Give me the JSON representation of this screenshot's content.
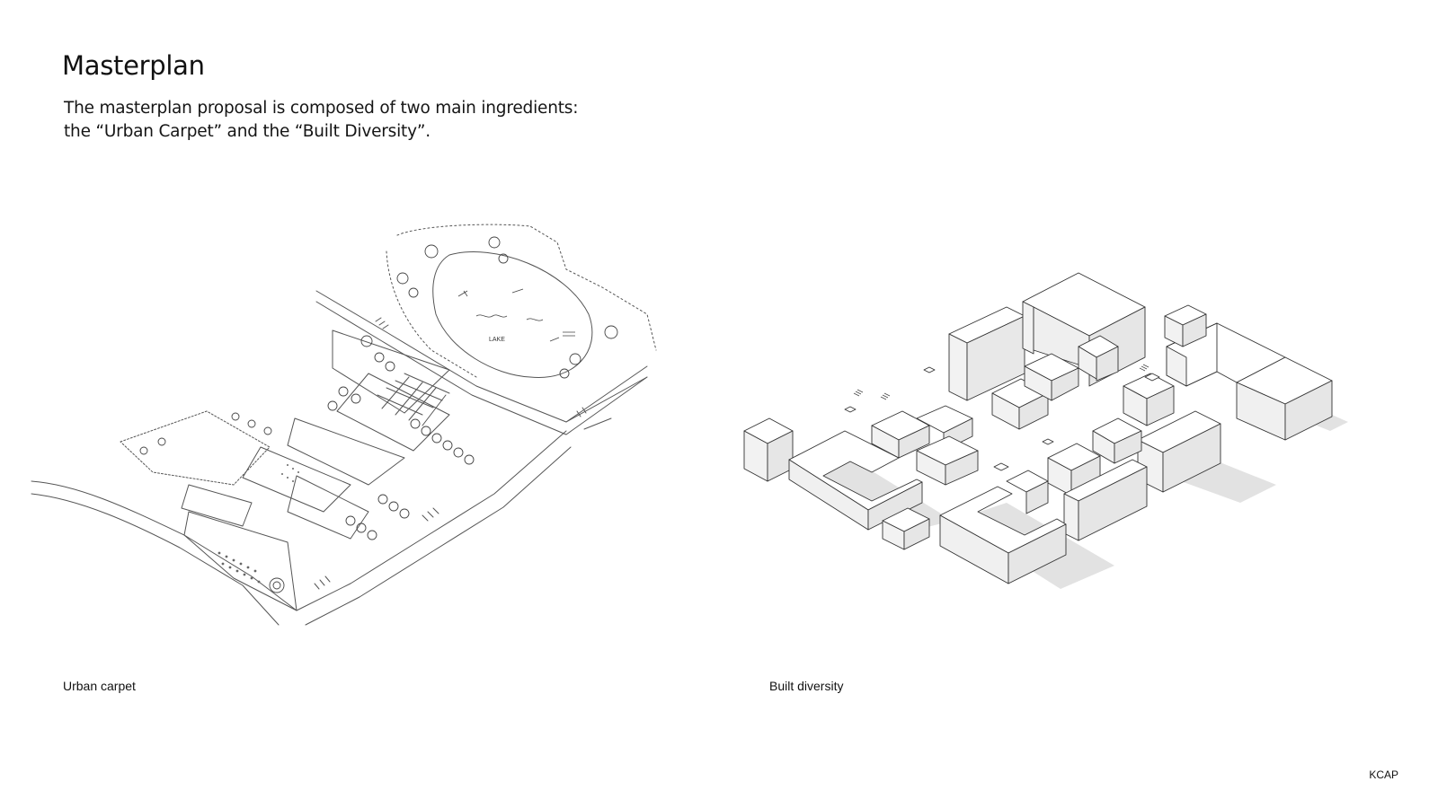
{
  "page": {
    "title": "Masterplan",
    "intro_line1": "The masterplan proposal is composed of two main ingredients:",
    "intro_line2": "the “Urban Carpet” and the “Built Diversity”.",
    "credit": "KCAP"
  },
  "panels": [
    {
      "caption": "Urban carpet",
      "map_label": "LAKE"
    },
    {
      "caption": "Built diversity"
    }
  ],
  "colors": {
    "ink": "#2a2a2a",
    "sketch_line": "#555555",
    "building_top": "#ffffff",
    "building_side": "#f1f1f1",
    "building_shade": "#e4e4e4",
    "shadow": "#dcdcdc"
  }
}
